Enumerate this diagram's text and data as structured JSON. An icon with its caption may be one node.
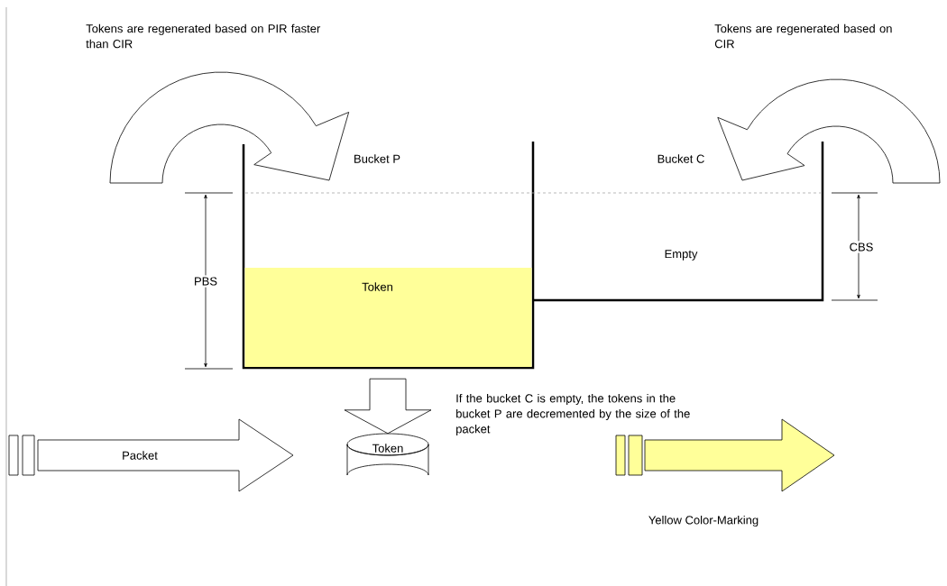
{
  "diagram": {
    "nodes": [
      {
        "text": [
          "Bucket P"
        ]
      },
      {
        "text": [
          "Bucket C",
          "Empty"
        ]
      },
      {
        "text": [
          "Token"
        ],
        "in": 0
      },
      {
        "text": [
          "Token"
        ]
      },
      {
        "text": [
          "Packet"
        ]
      },
      {
        "text": [],
        "shape": "arrow",
        "beside": [
          "Yellow Color-Marking"
        ]
      }
    ],
    "edges": [
      {
        "from": 0,
        "to": 3,
        "arrow": "to"
      }
    ],
    "labels": [
      "Tokens are regenerated based on PIR faster than CIR",
      "Tokens are regenerated based on CIR",
      "PBS",
      "CBS",
      "If the bucket C is empty, the tokens in the bucket P are decremented by the size of the packet"
    ]
  }
}
